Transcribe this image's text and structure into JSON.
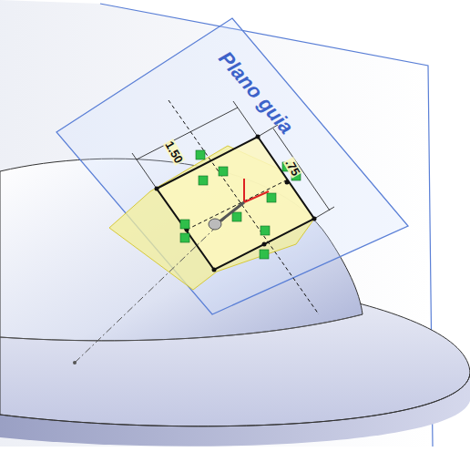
{
  "diagram": {
    "labels": [
      "Plano guia",
      "1.50",
      ".75"
    ]
  }
}
